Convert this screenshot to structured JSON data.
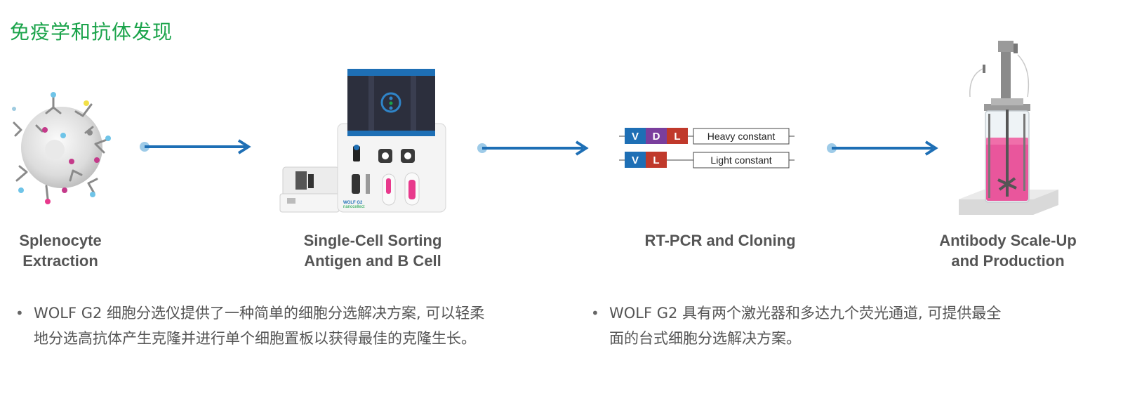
{
  "title": "免疫学和抗体发现",
  "colors": {
    "title": "#1aa34a",
    "arrow": "#1e6fb5",
    "V": "#1e6fb5",
    "D": "#7a3e9d",
    "L": "#c0392b",
    "media": "#e8398c"
  },
  "stages": [
    {
      "line1": "Splenocyte",
      "line2": "Extraction"
    },
    {
      "line1": "Single-Cell Sorting",
      "line2": "Antigen and B Cell"
    },
    {
      "line1": "RT-PCR and Cloning",
      "line2": ""
    },
    {
      "line1": "Antibody Scale-Up",
      "line2": "and Production"
    }
  ],
  "instrument": {
    "brand_line1": "WOLF G2",
    "brand_line2": "nanocellect"
  },
  "dna": {
    "heavy": {
      "segments": [
        "V",
        "D",
        "L"
      ],
      "label": "Heavy constant"
    },
    "light": {
      "segments": [
        "V",
        "L"
      ],
      "label": "Light constant"
    }
  },
  "bullets": [
    {
      "line1": "WOLF G2 细胞分选仪提供了一种简单的细胞分选解决方案, 可以轻柔",
      "line2": "地分选高抗体产生克隆并进行单个细胞置板以获得最佳的克隆生长。"
    },
    {
      "line1": "WOLF G2 具有两个激光器和多达九个荧光通道, 可提供最全",
      "line2": "面的台式细胞分选解决方案。"
    }
  ]
}
